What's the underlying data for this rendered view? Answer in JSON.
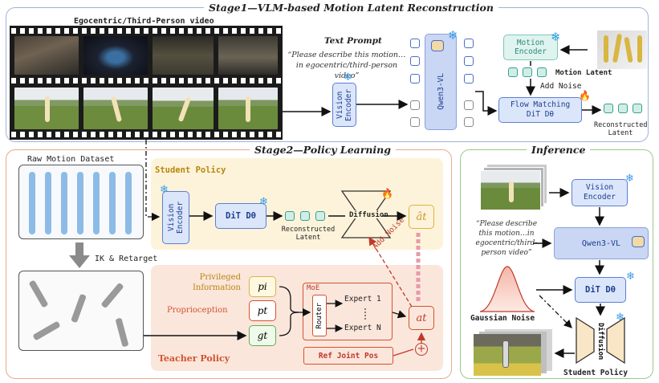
{
  "stage1": {
    "title": "Stage1—VLM-based Motion Latent Reconstruction",
    "video_label": "Egocentric/Third-Person video",
    "text_prompt_title": "Text Prompt",
    "text_prompt": "“Please describe this motion… in egocentric/third-person video”",
    "vision_encoder": "Vision Encoder",
    "qwen": "Qwen3-VL",
    "motion_encoder": "Motion Encoder",
    "motion_latent": "Motion Latent",
    "add_noise": "Add Noise",
    "flow_matching": "Flow Matching DiT Dθ",
    "reconstructed_latent": "Reconstructed Latent"
  },
  "stage2": {
    "title": "Stage2—Policy Learning",
    "raw_dataset": "Raw Motion Dataset",
    "ik_retarget": "IK & Retarget",
    "student_policy": "Student Policy",
    "vision_encoder": "Vision Encoder",
    "dit": "DiT Dθ",
    "reconstructed_latent": "Reconstructed Latent",
    "diffusion": "Diffusion",
    "a_hat": "ât",
    "add_noise": "Add Noise",
    "privileged_info": "Privileged Information",
    "proprioception": "Proprioception",
    "p_i": "pi",
    "p_t": "pt",
    "g_t": "gt",
    "moe": "MoE",
    "router": "Router",
    "expert1": "Expert 1",
    "expertN": "Expert N",
    "a_t": "at",
    "teacher_policy": "Teacher Policy",
    "ref_joint_pos": "Ref Joint Pos"
  },
  "inference": {
    "title": "Inference",
    "vision_encoder": "Vision Encoder",
    "prompt": "“Please describe this motion…in egocentric/third-person video”",
    "qwen": "Qwen3-VL",
    "dit": "DiT Dθ",
    "gaussian_noise": "Gaussian Noise",
    "diffusion": "Diffusion",
    "student_policy": "Student Policy"
  },
  "colors": {
    "stage1_border": "#9fb4d8",
    "stage2_border": "#e8a98f",
    "inference_border": "#9cc98a",
    "student_bg": "#fdf3da",
    "teacher_bg": "#fbe6dc",
    "teacher_text": "#d0552e",
    "student_text": "#b8860b",
    "accent_blue": "#5b7fd0"
  }
}
